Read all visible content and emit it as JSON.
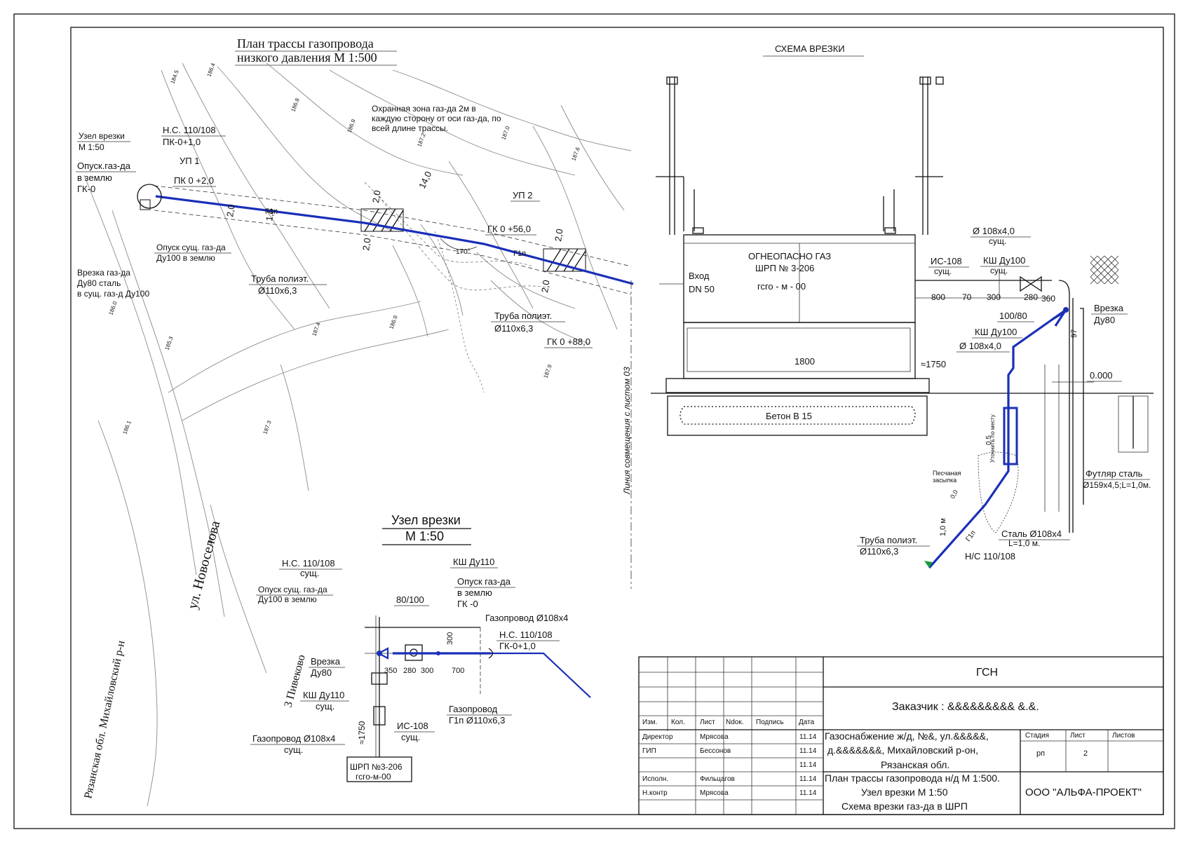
{
  "plan": {
    "title_line1": "План трассы газопровода",
    "title_line2": "низкого давления М 1:500",
    "labels": {
      "uzel_vrezki": "Узел врезки",
      "uzel_scale": "М 1:50",
      "ns_label": "Н.С. 110/108",
      "ns_pk": "ПК-0+1,0",
      "up1": "УП 1",
      "pk_02": "ПК 0 +2,0",
      "opusk1": "Опуск.газ-да",
      "opusk2": "в землю",
      "opusk3": "ГК-0",
      "opusk_sush1": "Опуск сущ. газ-да",
      "opusk_sush2": "Ду100 в землю",
      "vrezka1": "Врезка газ-да",
      "vrezka2": "Ду80 сталь",
      "vrezka3": "в сущ. газ-д  Ду100",
      "truba1_a": "Труба полиэт.",
      "truba1_b": "Ø110х6,3",
      "zone1": "Охранная зона газ-да 2м в",
      "zone2": "каждую сторону от оси газ-да, по",
      "zone3": "всей длине трассы.",
      "up2": "УП 2",
      "pk_56": "ГК 0 +56,0",
      "truba2_a": "Труба полиэт.",
      "truba2_b": "Ø110х6,3",
      "pk_88": "ГК 0 +88,0",
      "g1n_a": "Г1п",
      "g1n_b": "Г1п",
      "dim_20a": "2,0",
      "dim_15": "1,5",
      "dim_20b": "2,0",
      "dim_20c": "2,0",
      "dim_140": "14,0",
      "dim_20d": "2,0",
      "dim_20e": "2,0",
      "angle_170": "170°",
      "line_combine": "Линия совмещения с листом 03",
      "district": "Рязанская обл. Михайловский р-н",
      "street": "ул. Новоселова",
      "street2": "3 Пивеково"
    }
  },
  "uzel": {
    "title1": "Узел врезки",
    "title2": "М 1:50",
    "ns1": "Н.С. 110/108",
    "ns1_sub": "сущ.",
    "opusk_sush1": "Опуск сущ. газ-да",
    "opusk_sush2": "Ду100 в землю",
    "ksh1": "КШ Ду110",
    "opusk_gaz1": "Опуск газ-да",
    "opusk_gaz2": "в землю",
    "opusk_gaz3": "ГК -0",
    "d80_100": "80/100",
    "gazoprovod1": "Газопровод Ø108х4",
    "ns2": "Н.С. 110/108",
    "ns2_pk": "ГК-0+1,0",
    "vrezka1": "Врезка",
    "vrezka2": "Ду80",
    "dim300": "300",
    "dim350": "350",
    "dim280": "280",
    "dim300b": "300",
    "dim700": "700",
    "ksh2": "КШ Ду110",
    "ksh2_sub": "сущ.",
    "dim1750": "≈1750",
    "is108": "ИС-108",
    "is108_sub": "сущ.",
    "gazoprovod2a": "Газопровод",
    "gazoprovod2b": "Г1п Ø110х6,3",
    "gazoprovod3": "Газопровод Ø108х4",
    "gazoprovod3_sub": "сущ.",
    "shrp1": "ШРП №3-206",
    "shrp2": "гсго-м-00"
  },
  "scheme": {
    "title": "СХЕМА  ВРЕЗКИ",
    "ogne": "ОГНЕОПАСНО  ГАЗ",
    "shrp": "ШРП № 3-206",
    "gsgo": "гсго - м - 00",
    "vhod": "Вход",
    "dn": "DN 50",
    "dim1800": "1800",
    "dim1750": "≈1750",
    "beton": "Бетон В 15",
    "pipe108_a": "Ø 108х4,0",
    "pipe108_a_sub": "сущ.",
    "is108": "ИС-108",
    "is108_sub": "сущ.",
    "ksh100": "КШ Ду100",
    "ksh100_sub": "сущ.",
    "d800": "800",
    "d70": "70",
    "d300": "300",
    "d280": "280",
    "d360": "360",
    "d100_80": "100/80",
    "vrezka": "Врезка",
    "vrezka_du": "Ду80",
    "ksh_du100": "КШ Ду100",
    "pipe108_b": "Ø 108х4,0",
    "d97": "97",
    "zero": "0.000",
    "utochnit": "Уточнить по месту",
    "d05": "0,5",
    "pesok1": "Песчаная",
    "pesok2": "засыпка",
    "futlyar1": "Футляр сталь",
    "futlyar2": "Ø159х4,5;L=1,0м.",
    "stal1": "Сталь Ø108х4",
    "stal2": "L=1,0 м.",
    "ns": "Н/С 110/108",
    "truba1": "Труба полиэт.",
    "truba2": "Ø110х6,3",
    "d10": "1,0 м",
    "d_small": "0,0",
    "g1n": "Г1п"
  },
  "titleblock": {
    "code": "ГСН",
    "customer": "Заказчик : &&&&&&&&&  &.&.",
    "head": [
      "Изм.",
      "Кол.",
      "Лист",
      "Ndок.",
      "Подпись",
      "Дата"
    ],
    "rows": [
      {
        "role": "Директор",
        "name": "Мрясова",
        "date": "11.14"
      },
      {
        "role": "ГИП",
        "name": "Бессонов",
        "date": "11.14"
      },
      {
        "role": "",
        "name": "",
        "date": "11.14"
      },
      {
        "role": "Исполн.",
        "name": "Фильцагов",
        "date": "11.14"
      },
      {
        "role": "Н.контр",
        "name": "Мрясова",
        "date": "11.14"
      }
    ],
    "project1": "Газоснабжение ж/д, №&, ул.&&&&&,",
    "project2": "д.&&&&&&&, Михайловский  р-он,",
    "project3": "Рязанская обл.",
    "stage_h": "Стадия",
    "sheet_h": "Лист",
    "sheets_h": "Листов",
    "stage": "рп",
    "sheet": "2",
    "sheets": "",
    "content1": "План трассы газопровода н/д М 1:500.",
    "content2": "Узел врезки М 1:50",
    "content3": "Схема врезки газ-да в ШРП",
    "company": "ООО \"АЛЬФА-ПРОЕКТ\""
  }
}
